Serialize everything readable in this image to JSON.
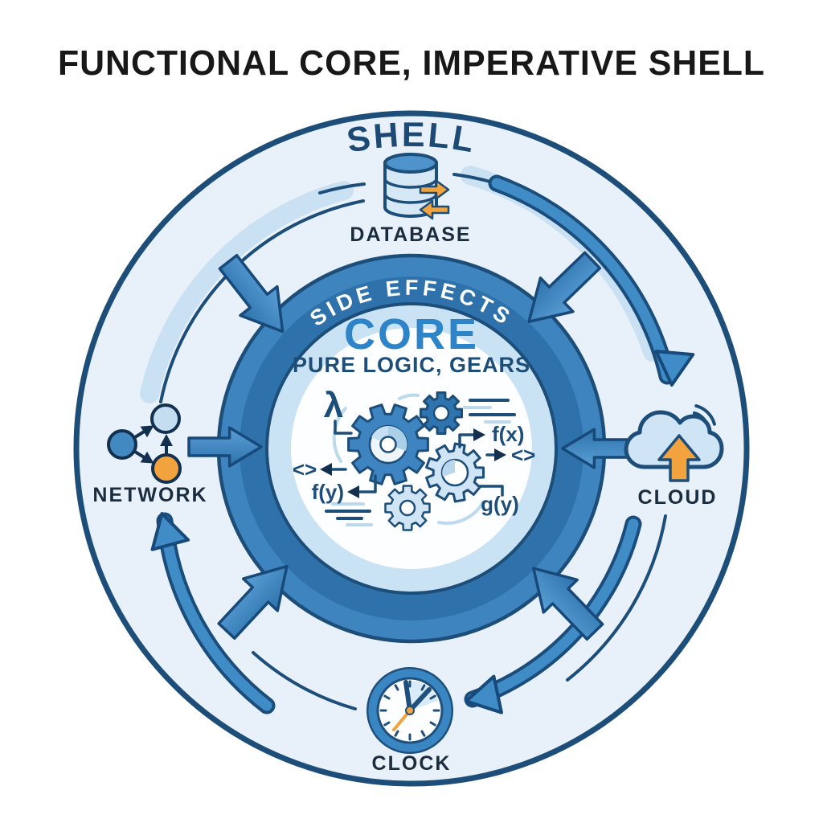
{
  "title": "FUNCTIONAL CORE, IMPERATIVE SHELL",
  "shell": {
    "label": "SHELL"
  },
  "side_effects_ring": {
    "label": "SIDE EFFECTS"
  },
  "core": {
    "title": "CORE",
    "subtitle": "PURE LOGIC, GEARS",
    "lambda": "λ",
    "fx": "f(x)",
    "fy": "f(y)",
    "gy": "g(y)",
    "code_left": "<>",
    "code_right": "<>"
  },
  "nodes": {
    "database": {
      "label": "DATABASE"
    },
    "network": {
      "label": "NETWORK"
    },
    "cloud": {
      "label": "CLOUD"
    },
    "clock": {
      "label": "CLOCK"
    }
  },
  "colors": {
    "navy_outline": "#1d4e79",
    "ring_blue": "#3e85c0",
    "ring_blue_dark": "#2f72ab",
    "inner_light_ring": "#c9e2f4",
    "outer_zone_fill": "#e8f1f9",
    "swoosh_light": "#c9e1f3",
    "arrow_blue": "#3f8cc6",
    "core_text_blue": "#2d84c8",
    "accent_orange": "#f2a33d",
    "title_text": "#181818"
  }
}
